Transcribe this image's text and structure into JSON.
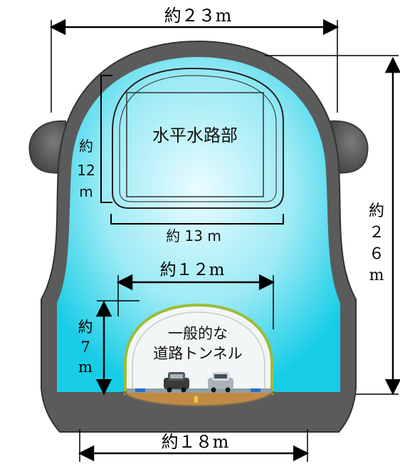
{
  "dimensions": {
    "top_width": "約２３m",
    "height_char1": "約",
    "height_char2": "２",
    "height_char3": "６",
    "height_char4": "m",
    "bottom_width": "約１８m",
    "channel_height_char1": "約",
    "channel_height_char2": "12",
    "channel_height_char3": "m",
    "channel_width": "約 13 m",
    "road_width": "約１２m",
    "road_height_char1": "約",
    "road_height_char2": "7",
    "road_height_char3": "m"
  },
  "labels": {
    "channel": "水平水路部",
    "road_line1": "一般的な",
    "road_line2": "道路トンネル"
  },
  "colors": {
    "shell": "#5b5b5b",
    "water_center": "#eafcff",
    "water_edge": "#17cde6",
    "road_tunnel_border": "#9bbd3a",
    "road_surface": "#c08a44",
    "road_tunnel_fill": "#f2f6f7"
  }
}
